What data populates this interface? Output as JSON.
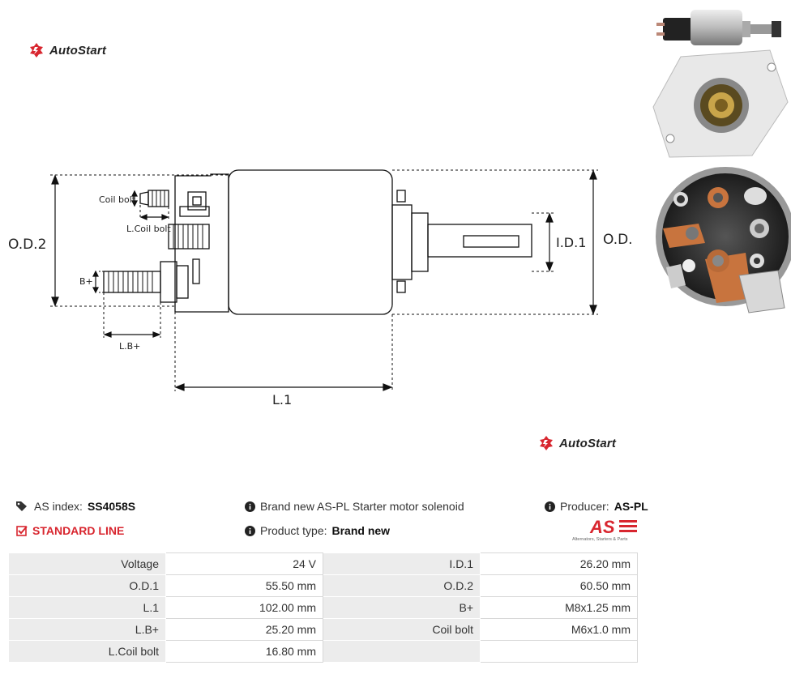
{
  "brand": {
    "logo_text": "AutoStart",
    "logo_color": "#d8262f"
  },
  "diagram": {
    "labels": {
      "od2": "O.D.2",
      "od1": "O.D.1",
      "id1": "I.D.1",
      "l1": "L.1",
      "coil_bolt": "Coil bolt",
      "l_coil_bolt": "L.Coil bolt",
      "b_plus": "B+",
      "l_b_plus": "L.B+"
    }
  },
  "info": {
    "as_index_label": "AS index:",
    "as_index_value": "SS4058S",
    "line": "STANDARD LINE",
    "description": "Brand new AS-PL Starter motor solenoid",
    "product_type_label": "Product type:",
    "product_type_value": "Brand new",
    "producer_label": "Producer:",
    "producer_value": "AS-PL",
    "producer_logo_text": "AS",
    "producer_tagline": "Alternators, Starters & Parts"
  },
  "specs": [
    [
      "Voltage",
      "24 V",
      "I.D.1",
      "26.20 mm"
    ],
    [
      "O.D.1",
      "55.50 mm",
      "O.D.2",
      "60.50 mm"
    ],
    [
      "L.1",
      "102.00 mm",
      "B+",
      "M8x1.25 mm"
    ],
    [
      "L.B+",
      "25.20 mm",
      "Coil bolt",
      "M6x1.0 mm"
    ],
    [
      "L.Coil bolt",
      "16.80 mm",
      "",
      ""
    ]
  ]
}
